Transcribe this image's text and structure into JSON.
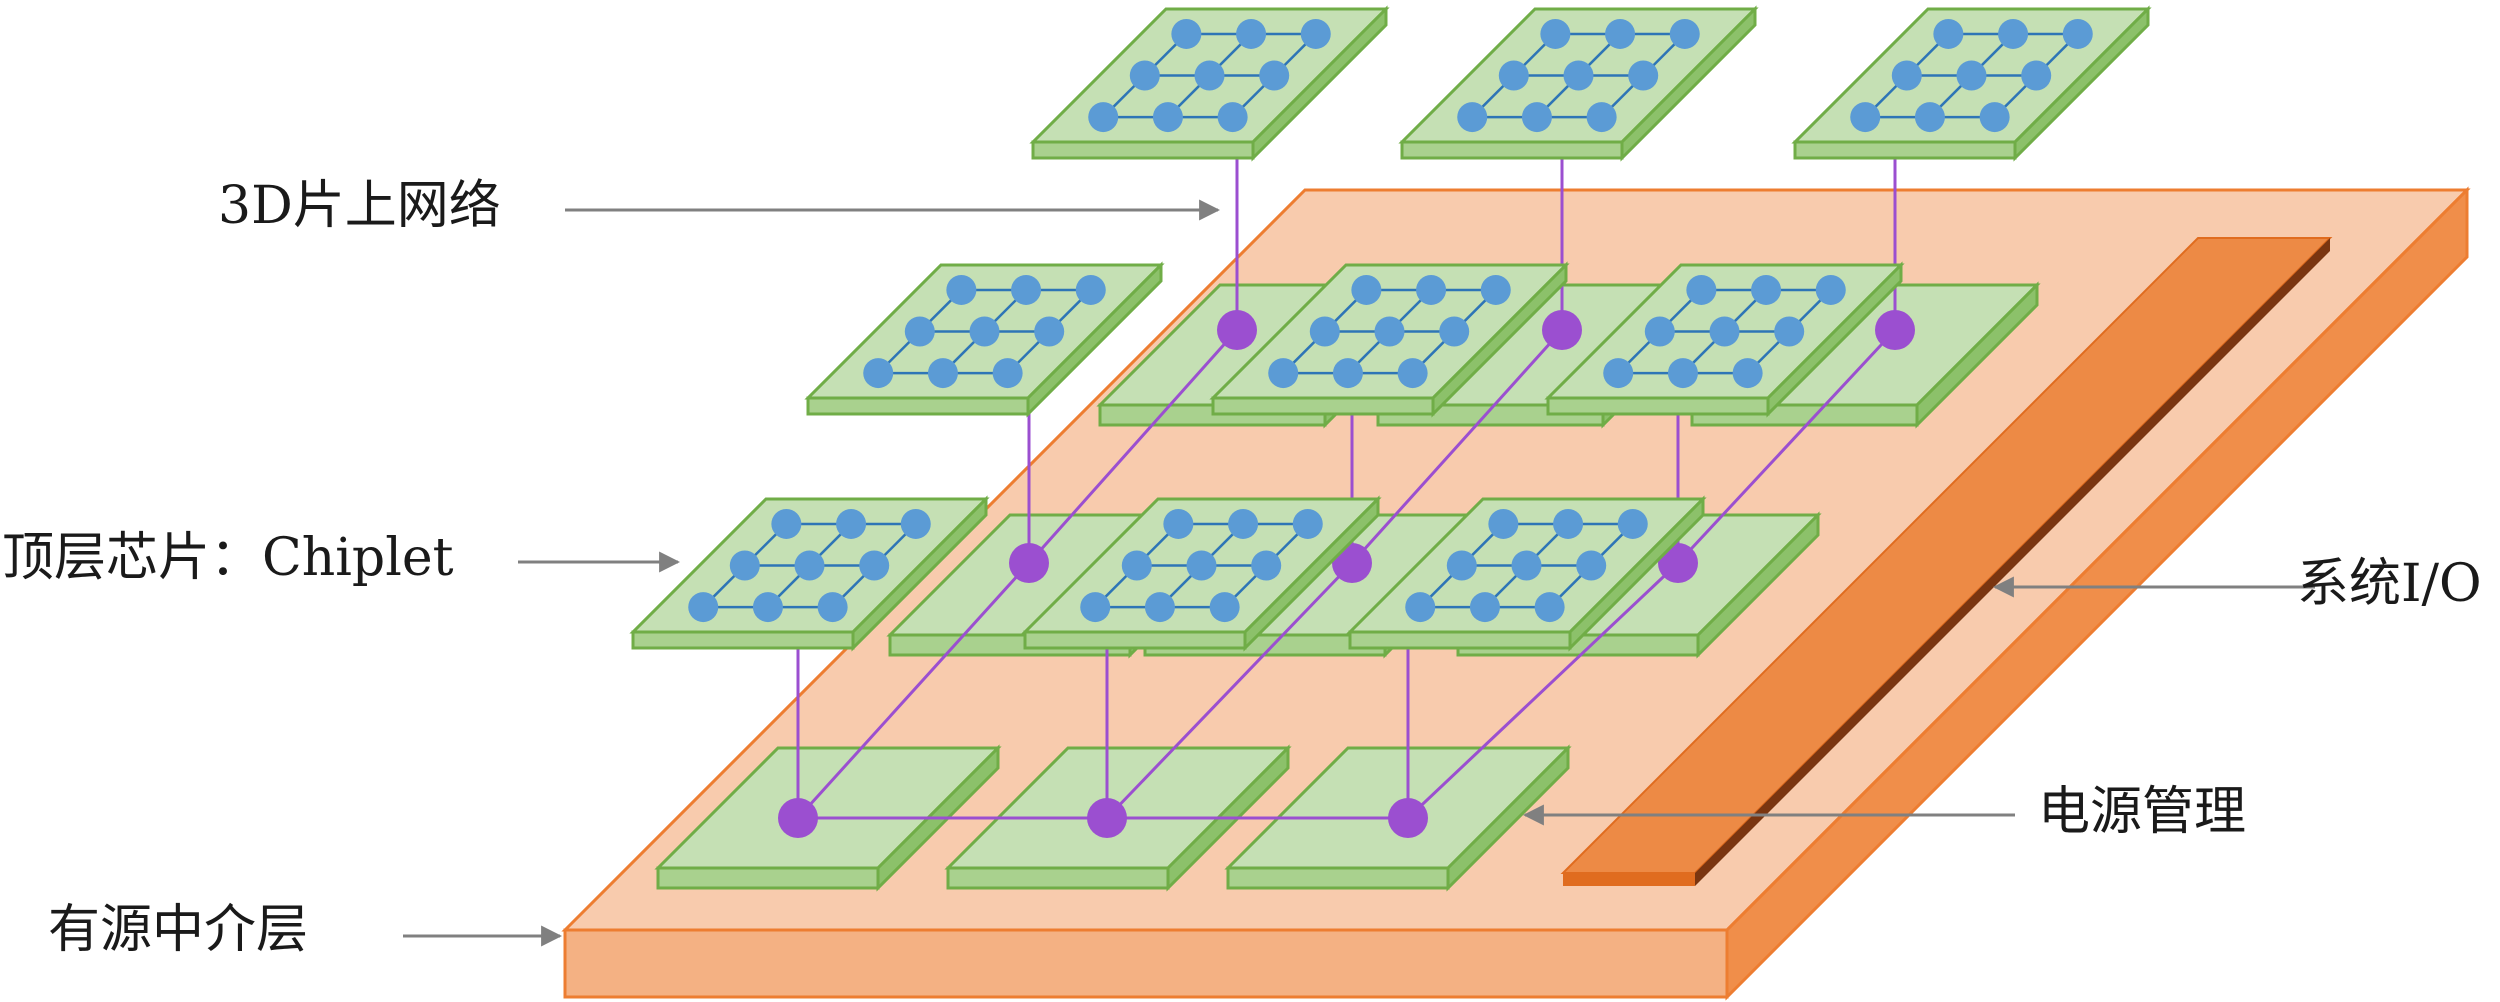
{
  "labels": {
    "noc_3d": "3D片上网络",
    "chiplet": "顶层芯片：Chiplet",
    "system_io": "系统I/O",
    "power_mgmt": "电源管理",
    "interposer": "有源中介层"
  },
  "colors": {
    "interposer_top": "#f8cbad",
    "interposer_side": "#f4b183",
    "interposer_edge": "#ed7d31",
    "io_bar": "#ed7d31",
    "chip_top": "#c5e0b4",
    "chip_side": "#a9d18e",
    "chip_edge": "#70ad47",
    "node": "#5b9bd5",
    "router": "#9b4fd0",
    "link": "#9b4fd0",
    "arrow": "#808080"
  }
}
